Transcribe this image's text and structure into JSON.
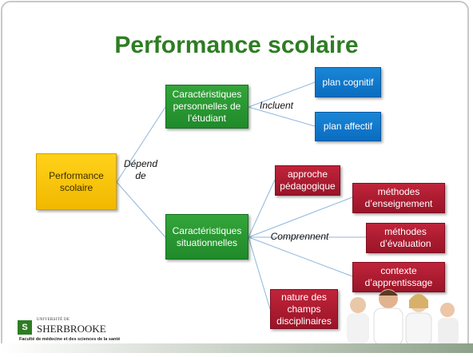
{
  "slide": {
    "title": "Performance scolaire"
  },
  "nodes": {
    "root": "Performance scolaire",
    "personal": "Caractéristiques personnelles de l’étudiant",
    "situational": "Caractéristiques situationnelles",
    "cognitive": "plan cognitif",
    "affective": "plan affectif",
    "pedagogical": "approche pédagogique",
    "teaching_methods": "méthodes d’enseignement",
    "evaluation_methods": "méthodes d’évaluation",
    "learning_context": "contexte d’apprentissage",
    "disciplines": "nature des champs disciplinaires"
  },
  "edge_labels": {
    "depends": "Dépend de",
    "include": "Incluent",
    "comprise": "Comprennent"
  },
  "logo": {
    "university": "UNIVERSITÉ DE",
    "name": "SHERBROOKE",
    "faculty": "Faculté de médecine et des sciences de la santé"
  },
  "colors": {
    "title": "#2e7d23",
    "green": "#2a9a33",
    "blue": "#0e78cc",
    "red": "#ad1a31",
    "yellow": "#ffc80a"
  }
}
